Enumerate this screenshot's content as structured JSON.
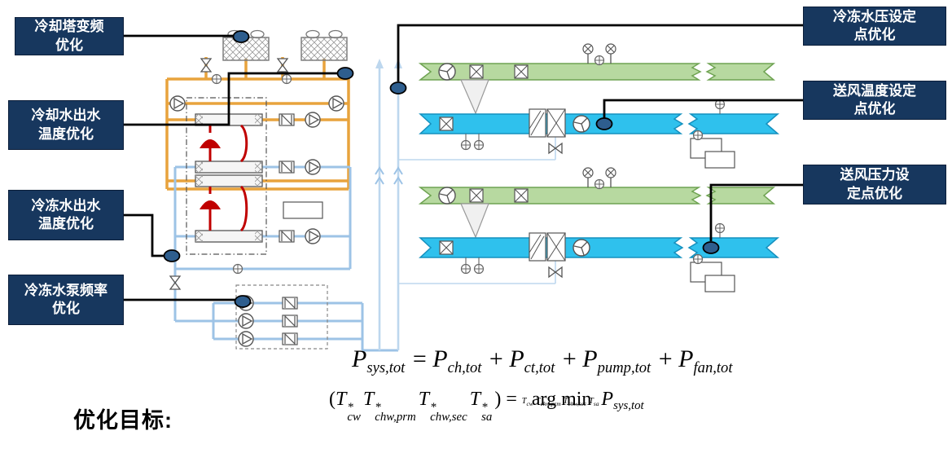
{
  "callouts": {
    "left": [
      {
        "id": "cooling-tower-vfd",
        "line1": "冷却塔变频",
        "line2": "优化"
      },
      {
        "id": "cw-outlet-temp",
        "line1": "冷却水出水",
        "line2": "温度优化"
      },
      {
        "id": "chw-outlet-temp",
        "line1": "冷冻水出水",
        "line2": "温度优化"
      },
      {
        "id": "chw-pump-frequency",
        "line1": "冷冻水泵频率",
        "line2": "优化"
      }
    ],
    "right": [
      {
        "id": "chw-pressure-setpoint",
        "line1": "冷冻水压设定",
        "line2": "点优化"
      },
      {
        "id": "supply-air-temp-setpoint",
        "line1": "送风温度设定",
        "line2": "点优化"
      },
      {
        "id": "supply-air-pressure-setpoint",
        "line1": "送风压力设",
        "line2": "定点优化"
      }
    ]
  },
  "objective": {
    "label": "优化目标:"
  },
  "equations": {
    "eq1": [
      {
        "b": "P",
        "sub": "sys,tot"
      },
      {
        "op": " = "
      },
      {
        "b": "P",
        "sub": "ch,tot"
      },
      {
        "op": " + "
      },
      {
        "b": "P",
        "sub": "ct,tot"
      },
      {
        "op": " + "
      },
      {
        "b": "P",
        "sub": "pump,tot"
      },
      {
        "op": " + "
      },
      {
        "b": "P",
        "sub": "fan,tot"
      }
    ],
    "eq2": [
      {
        "op": "("
      },
      {
        "b": "T",
        "sup": "*",
        "sub": "cw"
      },
      {
        "b": "T",
        "sup": "*",
        "sub": "chw,prm"
      },
      {
        "b": "T",
        "sup": "*",
        "sub": "chw,sec"
      },
      {
        "b": "T",
        "sup": "*",
        "sub": "sa"
      },
      {
        "op": ") = "
      },
      {
        "argmin": {
          "top": "arg min",
          "bottom": [
            {
              "b": "T",
              "sub": "cw"
            },
            {
              "b": "T",
              "sub": "chw,prm"
            },
            {
              "b": "T",
              "sub": "chw,sec"
            },
            {
              "b": "T",
              "sub": "sa"
            }
          ]
        }
      },
      {
        "b": "P",
        "sub": "sys,tot"
      }
    ]
  },
  "colors": {
    "callout_bg": "#17375E",
    "callout_text": "#FFFFFF",
    "connector": "#000000",
    "marker_fill": "#2E5E8E",
    "condenser_water_pipe": "#E8A33D",
    "refrigerant_pipe": "#C00000",
    "chilled_water_pipe": "#9DC3E6",
    "riser_pipe": "#BDD7EE",
    "return_air_duct": "#B7D9A0",
    "supply_air_duct": "#2FC1ED"
  }
}
